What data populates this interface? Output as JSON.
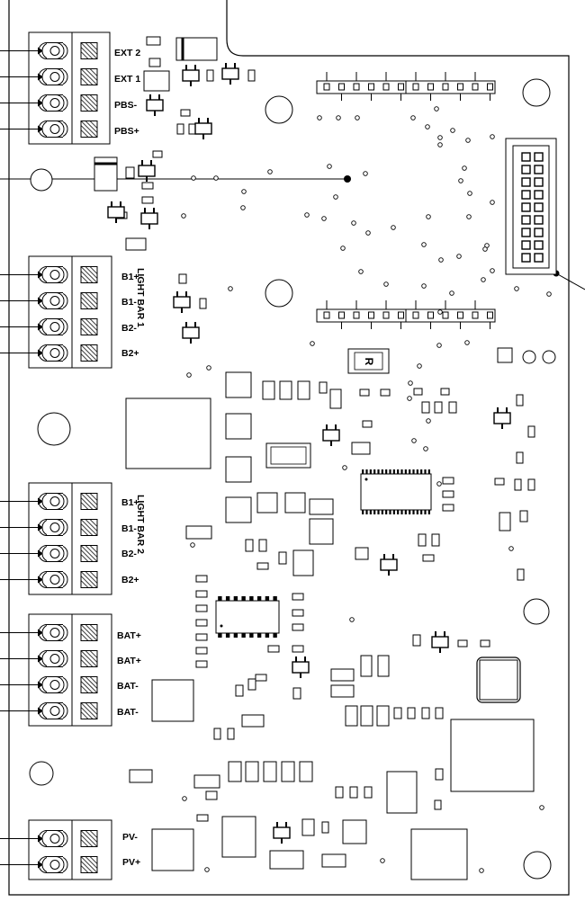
{
  "terminal_labels": {
    "ext2": "EXT 2",
    "ext1": "EXT 1",
    "pbs_minus": "PBS-",
    "pbs_plus": "PBS+",
    "lb1_b1p": "B1+",
    "lb1_b1m": "B1-",
    "lb1_b2m": "B2-",
    "lb1_b2p": "B2+",
    "lb2_b1p": "B1+",
    "lb2_b1m": "B1-",
    "lb2_b2m": "B2-",
    "lb2_b2p": "B2+",
    "bat1": "BAT+",
    "bat2": "BAT+",
    "bat3": "BAT-",
    "bat4": "BAT-",
    "pv_minus": "PV-",
    "pv_plus": "PV+"
  },
  "group_labels": {
    "light_bar_1": "LIGHT BAR 1",
    "light_bar_2": "LIGHT BAR 2"
  },
  "component_marks": {
    "r_mark": "R"
  }
}
